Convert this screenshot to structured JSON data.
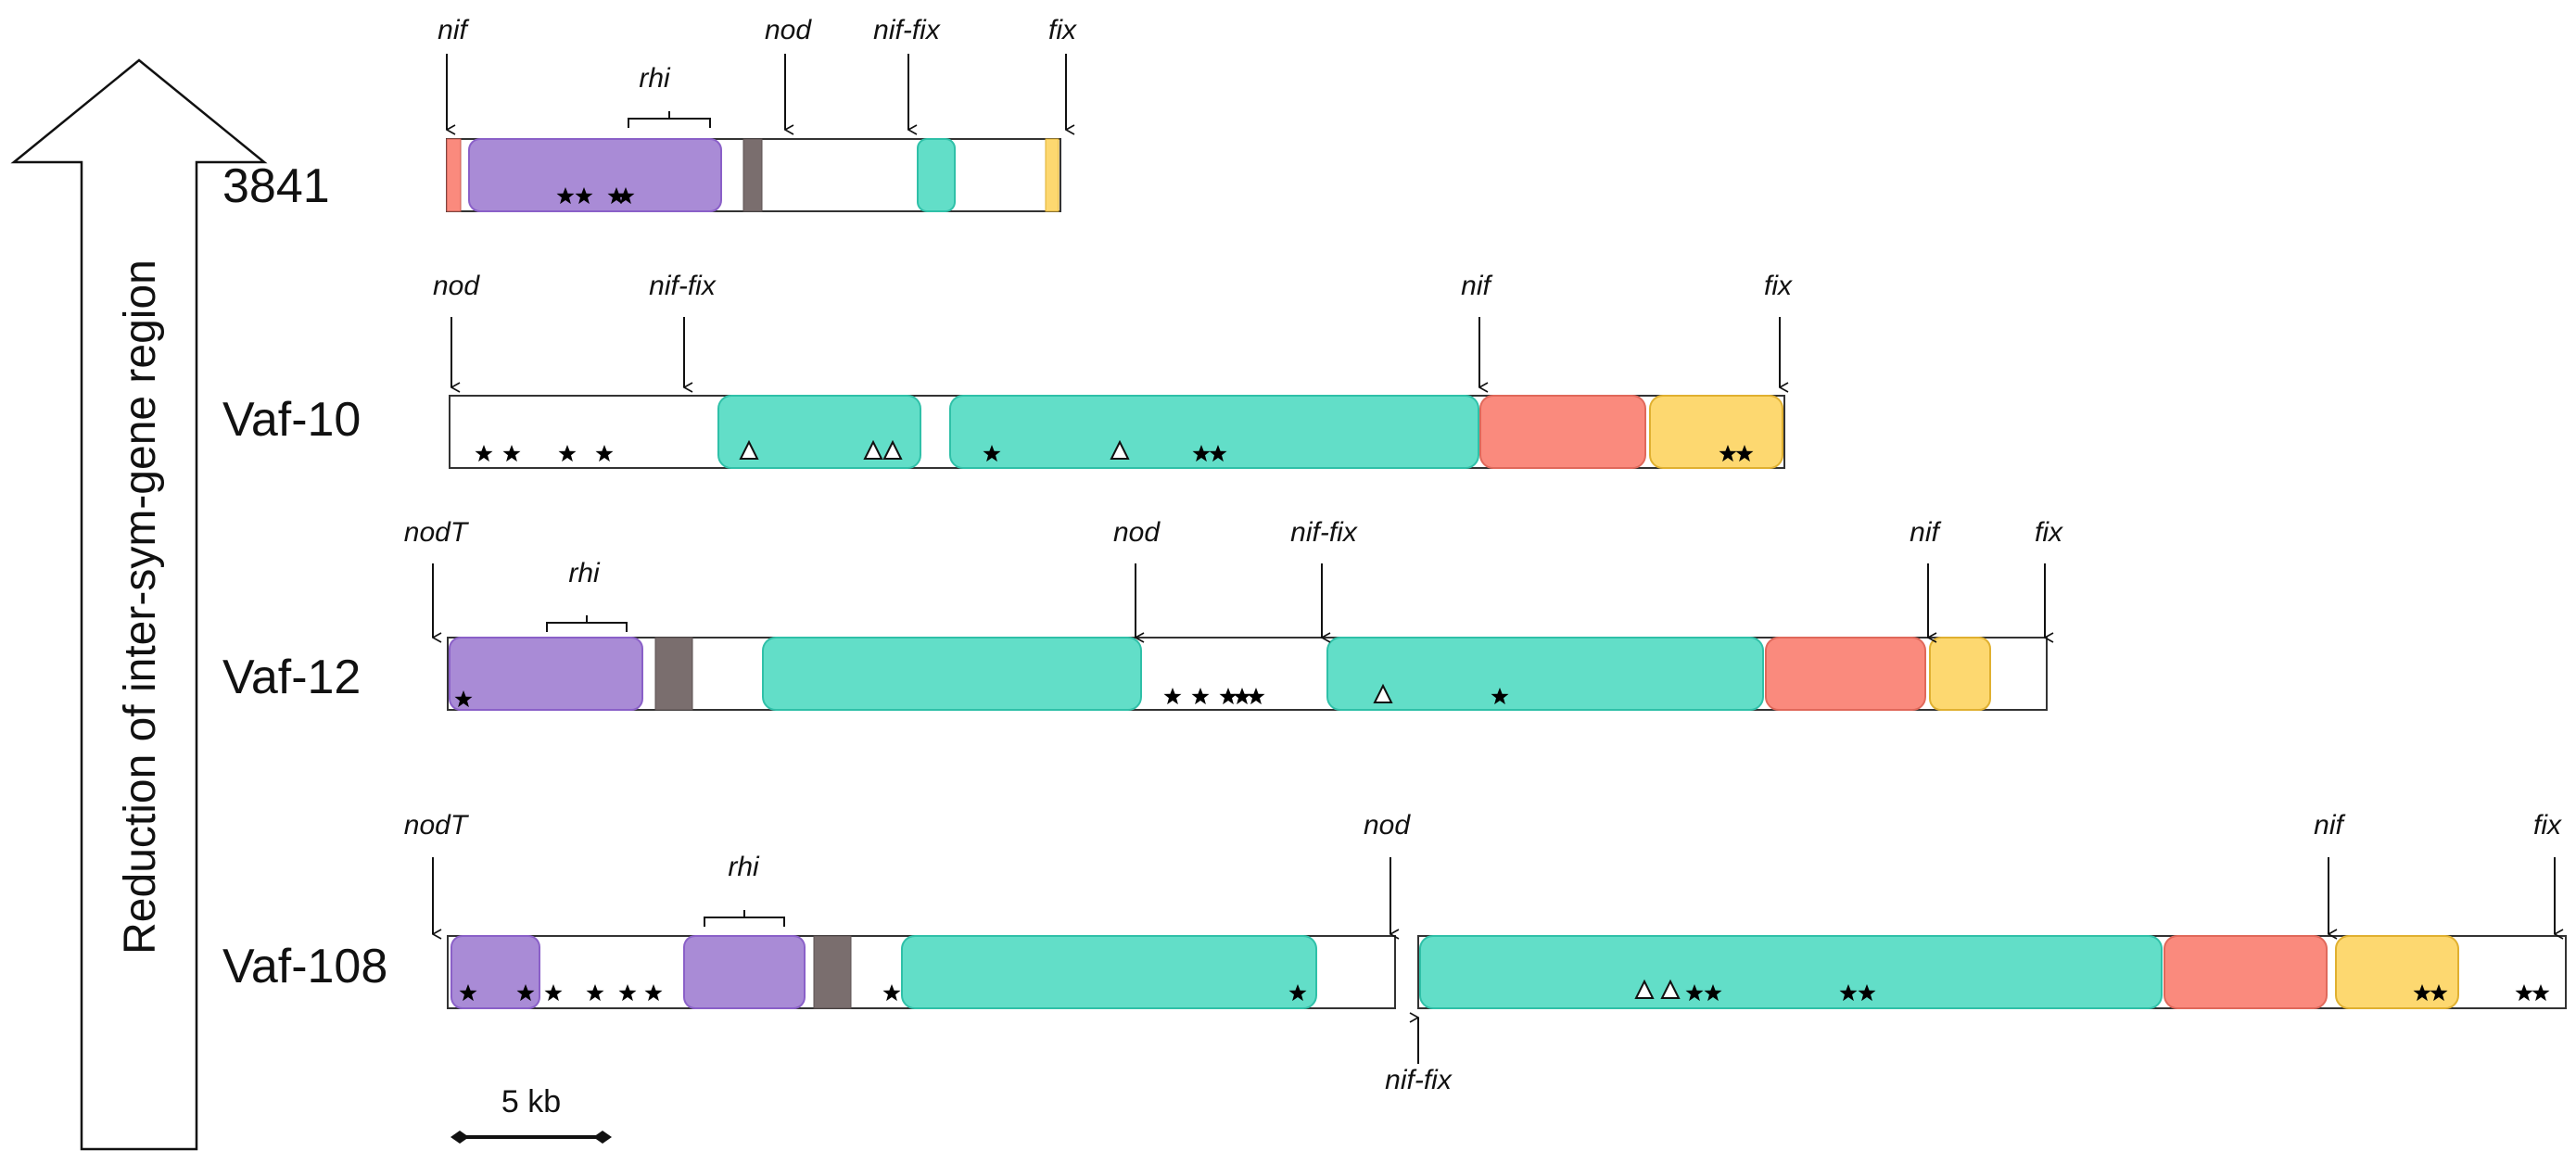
{
  "axis_label": "Reduction of inter-sym-gene region",
  "scale_bar_label": "5 kb",
  "colors": {
    "purple": "#a98bd6",
    "grey": "#7a6e6e",
    "teal": "#62dec8",
    "red": "#fa8a7d",
    "yellow": "#fdd870",
    "white": "#ffffff",
    "outline": "#333333"
  },
  "strains": [
    {
      "name": "3841",
      "labels": [
        {
          "text": "nif",
          "dir": "down"
        },
        {
          "text": "nod",
          "dir": "down"
        },
        {
          "text": "nif-fix",
          "dir": "down"
        },
        {
          "text": "fix",
          "dir": "down"
        },
        {
          "text": "rhi",
          "dir": "bracket"
        }
      ],
      "blocks": [
        "red",
        "purple",
        "grey",
        "teal",
        "yellow"
      ]
    },
    {
      "name": "Vaf-10",
      "labels": [
        {
          "text": "nod",
          "dir": "down"
        },
        {
          "text": "nif-fix",
          "dir": "down"
        },
        {
          "text": "nif",
          "dir": "down"
        },
        {
          "text": "fix",
          "dir": "down"
        }
      ],
      "blocks": [
        "teal",
        "teal",
        "red",
        "yellow"
      ]
    },
    {
      "name": "Vaf-12",
      "labels": [
        {
          "text": "nodT",
          "dir": "down"
        },
        {
          "text": "rhi",
          "dir": "bracket"
        },
        {
          "text": "nod",
          "dir": "down"
        },
        {
          "text": "nif-fix",
          "dir": "down"
        },
        {
          "text": "nif",
          "dir": "down"
        },
        {
          "text": "fix",
          "dir": "down"
        }
      ],
      "blocks": [
        "purple",
        "grey",
        "teal",
        "teal",
        "red",
        "yellow"
      ]
    },
    {
      "name": "Vaf-108",
      "labels": [
        {
          "text": "nodT",
          "dir": "down"
        },
        {
          "text": "rhi",
          "dir": "bracket"
        },
        {
          "text": "nod",
          "dir": "down"
        },
        {
          "text": "nif-fix",
          "dir": "up"
        },
        {
          "text": "nif",
          "dir": "down"
        },
        {
          "text": "fix",
          "dir": "down"
        }
      ],
      "blocks": [
        "purple",
        "purple",
        "grey",
        "teal",
        "teal",
        "red",
        "yellow"
      ]
    }
  ]
}
